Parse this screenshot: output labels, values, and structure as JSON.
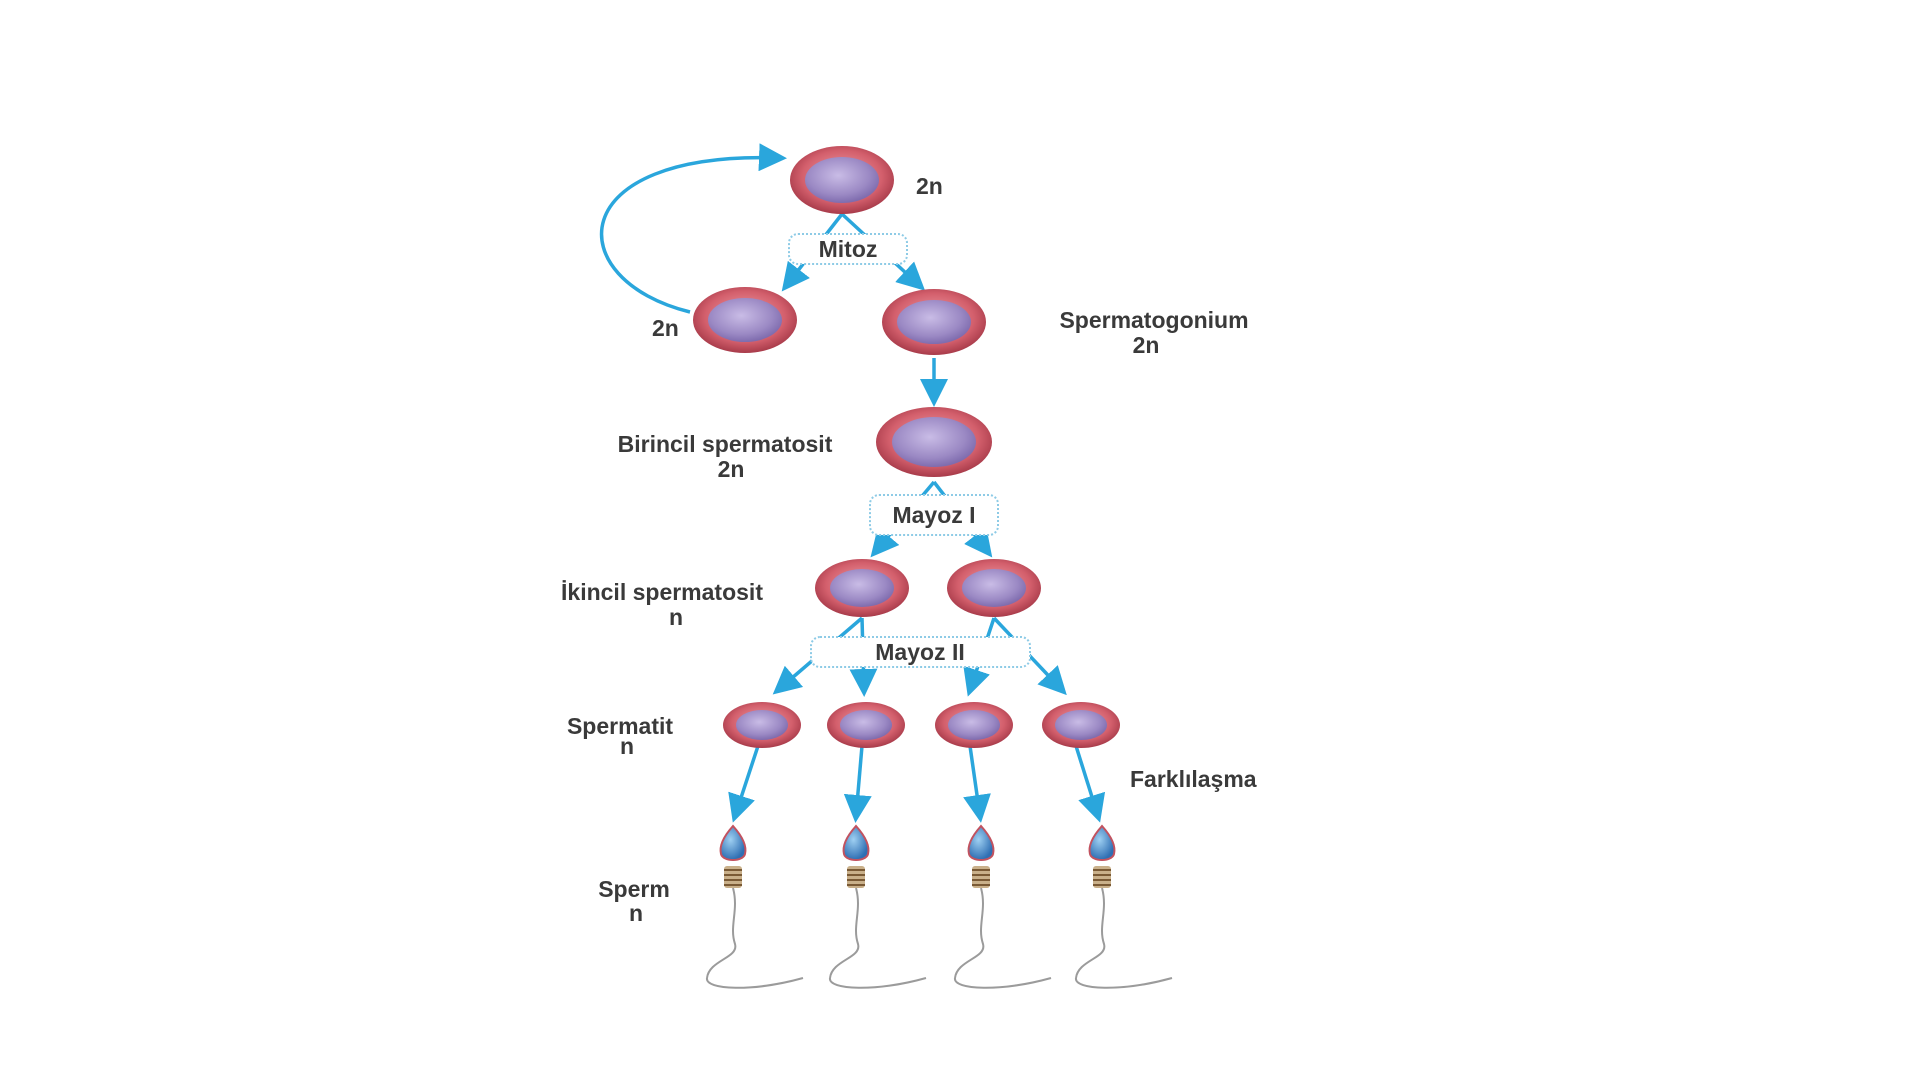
{
  "labels": {
    "top_cell_ploidy": "2n",
    "mitosis": "Mitoz",
    "left_daughter_ploidy": "2n",
    "spermatogonium": "Spermatogonium",
    "spermatogonium_ploidy": "2n",
    "primary_spermatocyte": "Birincil spermatosit",
    "primary_spermatocyte_ploidy": "2n",
    "meiosis_1": "Mayoz I",
    "secondary_spermatocyte": "İkincil spermatosit",
    "secondary_spermatocyte_ploidy": "n",
    "meiosis_2": "Mayoz II",
    "spermatid": "Spermatit",
    "spermatid_ploidy": "n",
    "differentiation": "Farklılaşma",
    "sperm": "Sperm",
    "sperm_ploidy": "n"
  },
  "colors": {
    "arrow": "#2aa6dc",
    "cell_outer": "#c2525f",
    "cell_inner": "#9e8ec4",
    "sperm_head": "#3f86c8",
    "box_border": "#8ecbe6",
    "text": "#3a3a3a"
  }
}
